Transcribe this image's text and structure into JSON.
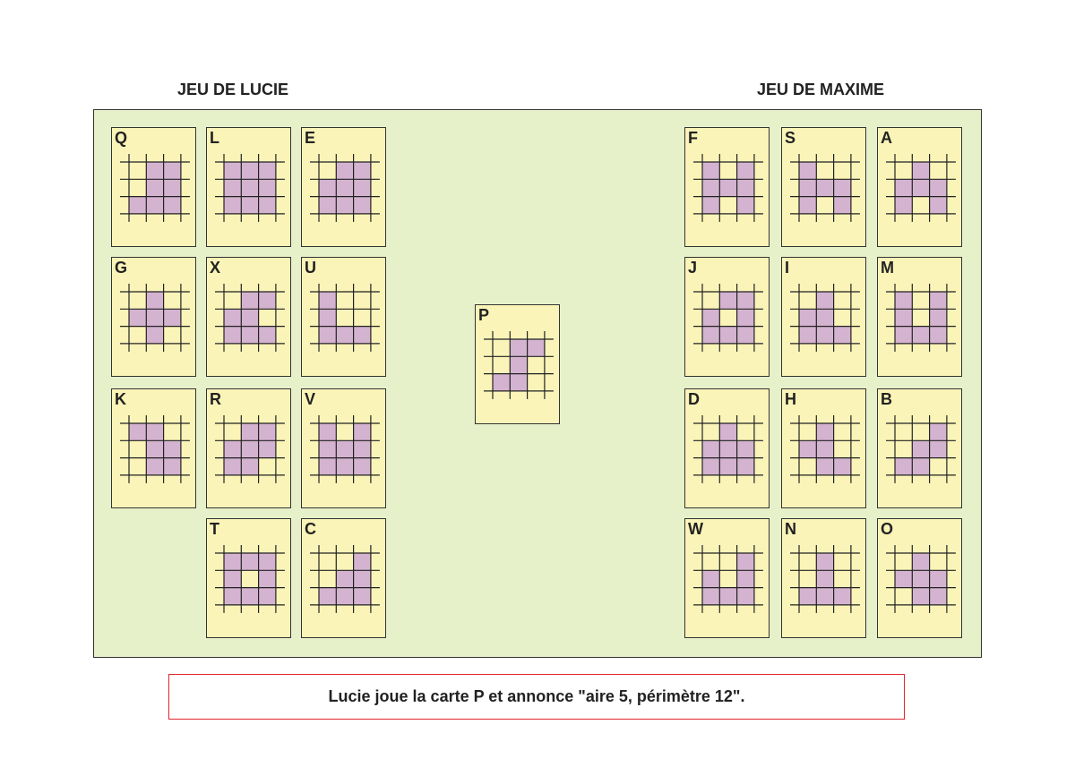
{
  "titles": {
    "left": "JEU DE LUCIE",
    "right": "JEU DE MAXIME"
  },
  "colors": {
    "board": "#e7f1c9",
    "card": "#faf4b8",
    "cell": "#d4b3d0",
    "message_border": "#e0242b"
  },
  "lucie_cards": [
    {
      "letter": "Q",
      "col": 0,
      "row": 0,
      "cells": [
        "011",
        "011",
        "111"
      ]
    },
    {
      "letter": "L",
      "col": 1,
      "row": 0,
      "cells": [
        "111",
        "111",
        "111"
      ]
    },
    {
      "letter": "E",
      "col": 2,
      "row": 0,
      "cells": [
        "011",
        "111",
        "111"
      ]
    },
    {
      "letter": "G",
      "col": 0,
      "row": 1,
      "cells": [
        "010",
        "111",
        "010"
      ]
    },
    {
      "letter": "X",
      "col": 1,
      "row": 1,
      "cells": [
        "011",
        "110",
        "111"
      ]
    },
    {
      "letter": "U",
      "col": 2,
      "row": 1,
      "cells": [
        "100",
        "100",
        "111"
      ]
    },
    {
      "letter": "K",
      "col": 0,
      "row": 2,
      "cells": [
        "110",
        "011",
        "011"
      ]
    },
    {
      "letter": "R",
      "col": 1,
      "row": 2,
      "cells": [
        "011",
        "111",
        "110"
      ]
    },
    {
      "letter": "V",
      "col": 2,
      "row": 2,
      "cells": [
        "101",
        "111",
        "111"
      ]
    },
    {
      "letter": "T",
      "col": 1,
      "row": 3,
      "cells": [
        "111",
        "101",
        "111"
      ]
    },
    {
      "letter": "C",
      "col": 2,
      "row": 3,
      "cells": [
        "001",
        "011",
        "111"
      ]
    }
  ],
  "maxime_cards": [
    {
      "letter": "F",
      "col": 0,
      "row": 0,
      "cells": [
        "101",
        "111",
        "101"
      ]
    },
    {
      "letter": "S",
      "col": 1,
      "row": 0,
      "cells": [
        "100",
        "111",
        "101"
      ]
    },
    {
      "letter": "A",
      "col": 2,
      "row": 0,
      "cells": [
        "010",
        "111",
        "101"
      ]
    },
    {
      "letter": "J",
      "col": 0,
      "row": 1,
      "cells": [
        "011",
        "101",
        "111"
      ]
    },
    {
      "letter": "I",
      "col": 1,
      "row": 1,
      "cells": [
        "010",
        "110",
        "111"
      ]
    },
    {
      "letter": "M",
      "col": 2,
      "row": 1,
      "cells": [
        "101",
        "101",
        "111"
      ]
    },
    {
      "letter": "D",
      "col": 0,
      "row": 2,
      "cells": [
        "010",
        "111",
        "111"
      ]
    },
    {
      "letter": "H",
      "col": 1,
      "row": 2,
      "cells": [
        "010",
        "110",
        "011"
      ]
    },
    {
      "letter": "B",
      "col": 2,
      "row": 2,
      "cells": [
        "001",
        "011",
        "110"
      ]
    },
    {
      "letter": "W",
      "col": 0,
      "row": 3,
      "cells": [
        "001",
        "101",
        "111"
      ]
    },
    {
      "letter": "N",
      "col": 1,
      "row": 3,
      "cells": [
        "010",
        "010",
        "111"
      ]
    },
    {
      "letter": "O",
      "col": 2,
      "row": 3,
      "cells": [
        "010",
        "111",
        "011"
      ]
    }
  ],
  "played_card": {
    "letter": "P",
    "cells": [
      "011",
      "010",
      "110"
    ]
  },
  "message": "Lucie joue la carte P et annonce \"aire 5, périmètre 12\"."
}
